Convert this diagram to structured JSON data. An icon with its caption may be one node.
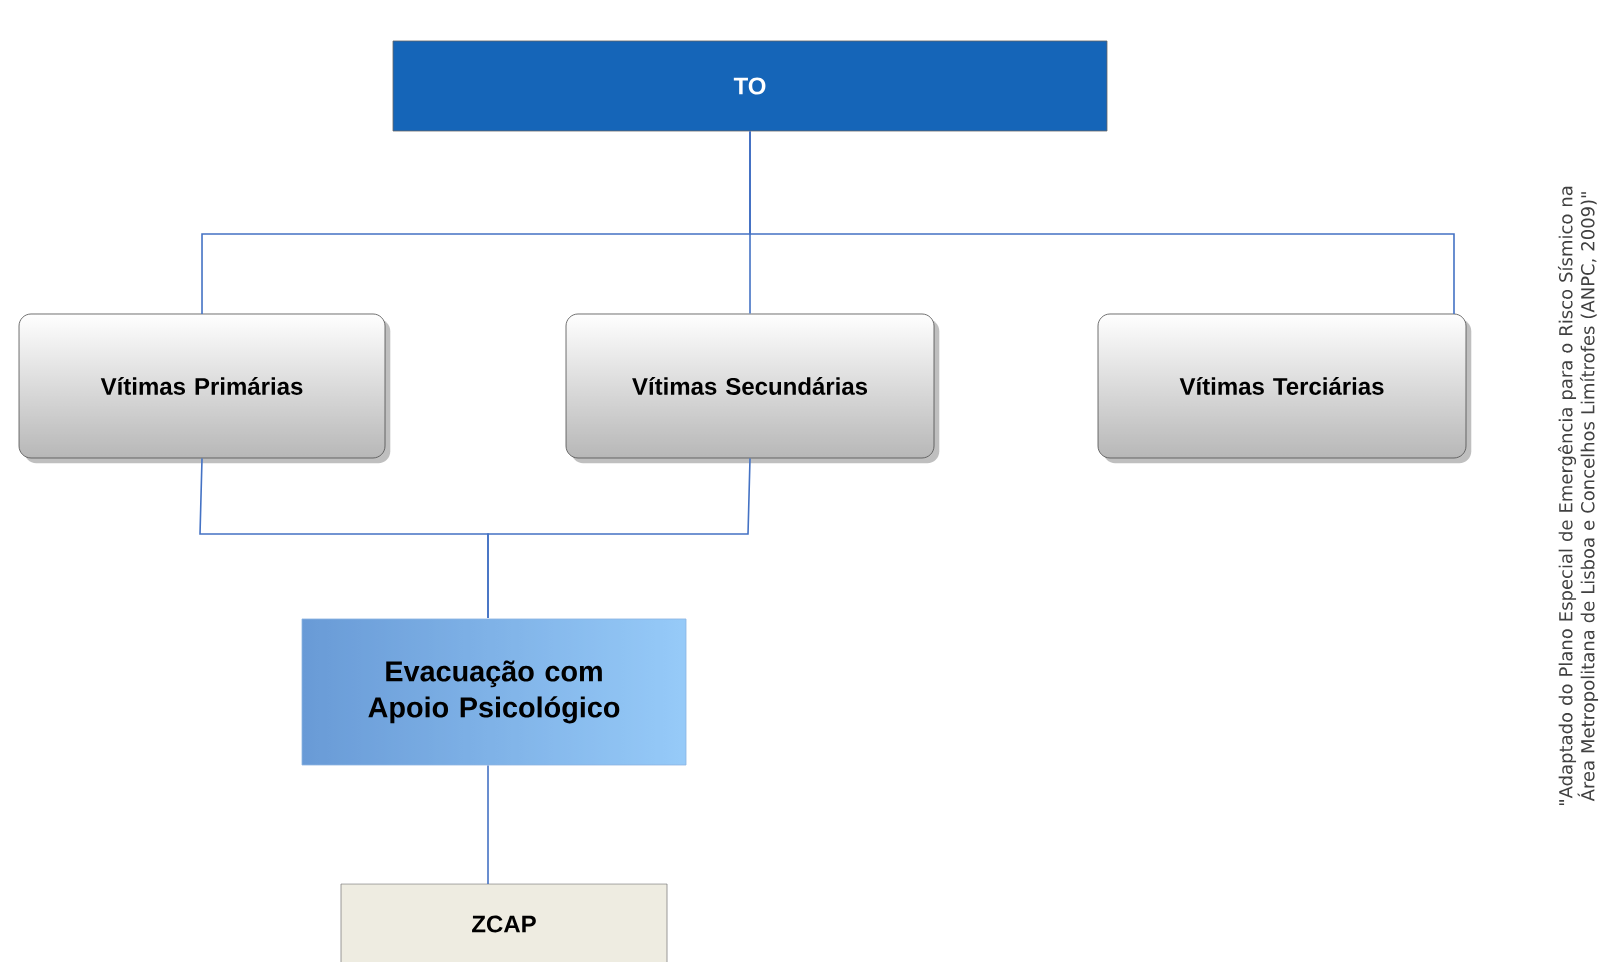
{
  "diagram": {
    "caption": "\"Adaptado do Plano Especial de Emergência para o Risco Sísmico na Área Metropolitana de Lisboa e Concelhos Limítrofes (ANPC, 2009)\"",
    "nodes": [
      {
        "text": [
          "TO"
        ]
      },
      {
        "text": [
          "Vítimas Primárias"
        ]
      },
      {
        "text": [
          "Vítimas Secundárias"
        ]
      },
      {
        "text": [
          "Vítimas Terciárias"
        ]
      },
      {
        "text": [
          "Evacuação com Apoio Psicológico"
        ]
      },
      {
        "text": [
          "ZCAP"
        ]
      }
    ],
    "edges": [
      {
        "from": 0,
        "to": 1,
        "arrow": "none"
      },
      {
        "from": 0,
        "to": 2,
        "arrow": "none"
      },
      {
        "from": 0,
        "to": 3,
        "arrow": "none"
      },
      {
        "from": 1,
        "to": 4,
        "arrow": "none"
      },
      {
        "from": 2,
        "to": 4,
        "arrow": "none"
      },
      {
        "from": 4,
        "to": 5,
        "arrow": "none"
      }
    ]
  }
}
